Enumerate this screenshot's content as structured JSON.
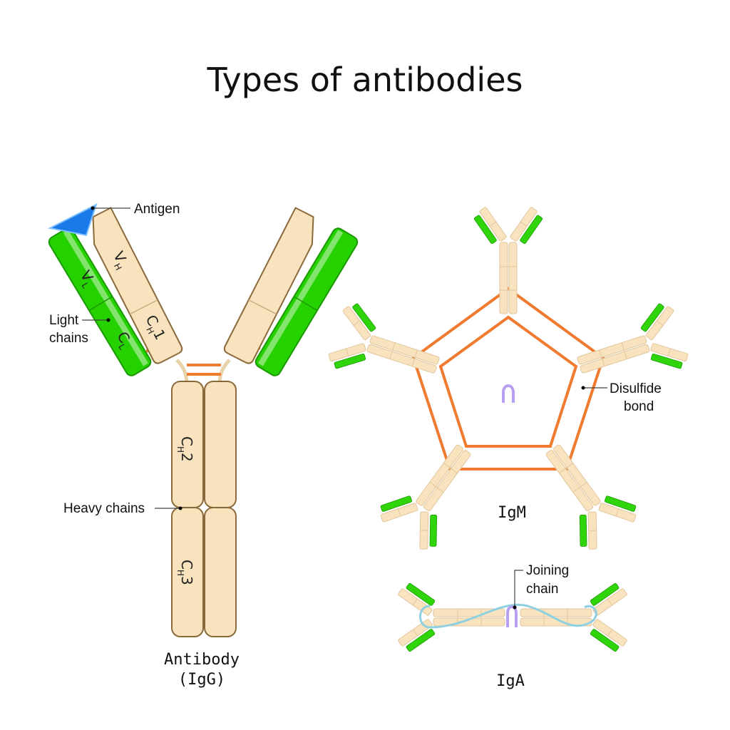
{
  "title": "Types of antibodies",
  "labels": {
    "antigen": "Antigen",
    "light_chains_1": "Light",
    "light_chains_2": "chains",
    "heavy_chains": "Heavy chains",
    "disulfide_1": "Disulfide",
    "disulfide_2": "bond",
    "joining_1": "Joining",
    "joining_2": "chain"
  },
  "domains": {
    "vh": {
      "main": "V",
      "sub": "H"
    },
    "vl": {
      "main": "V",
      "sub": "L"
    },
    "ch1": {
      "main": "C",
      "sub": "H",
      "num": "1"
    },
    "cl": {
      "main": "C",
      "sub": "L"
    },
    "ch2": {
      "main": "C",
      "sub": "H",
      "num": "2"
    },
    "ch3": {
      "main": "C",
      "sub": "H",
      "num": "3"
    }
  },
  "captions": {
    "igg_1": "Antibody",
    "igg_2": "(IgG)",
    "igm": "IgM",
    "iga": "IgA"
  },
  "colors": {
    "heavy_chain": "#f9e3bf",
    "light_chain": "#26d100",
    "antigen": "#1a7ae8",
    "disulfide": "#f07a30",
    "joining_chain": "#b8a0f0",
    "secretory": "#8fd0e0"
  }
}
